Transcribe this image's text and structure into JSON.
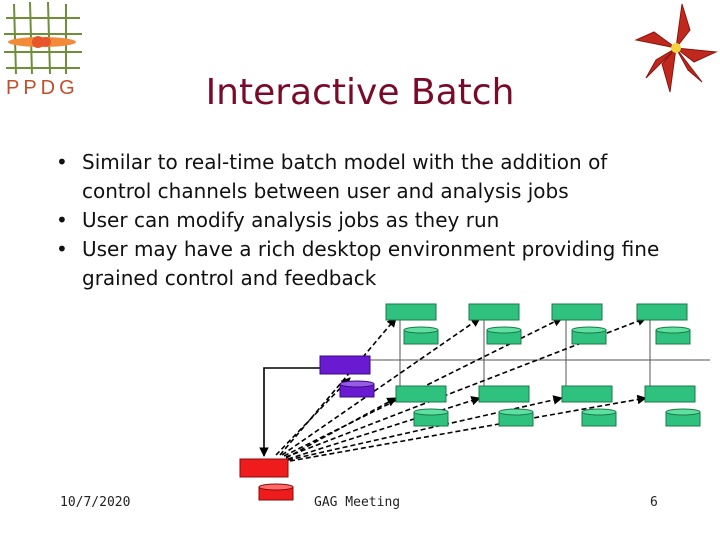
{
  "logo": {
    "text": "PPDG",
    "icon": "ppdg-grid-logo"
  },
  "decoration": {
    "icon": "red-trillium-flower"
  },
  "title": "Interactive Batch",
  "bullets": [
    "Similar to real-time batch model with the addition of control channels between user and analysis jobs",
    "User can modify analysis jobs as they run",
    "User may have a rich desktop environment providing fine grained control and feedback"
  ],
  "diagram": {
    "colors": {
      "compute": "#2ec27e",
      "storage": "#2ec27e",
      "user": "#ee1c1c",
      "controller": "#6a1bd1",
      "network": "#333333"
    },
    "compute_nodes": 8,
    "user_node": "desktop",
    "controller_node": "batch-controller"
  },
  "footer": {
    "date": "10/7/2020",
    "center": "GAG Meeting",
    "page": "6"
  }
}
